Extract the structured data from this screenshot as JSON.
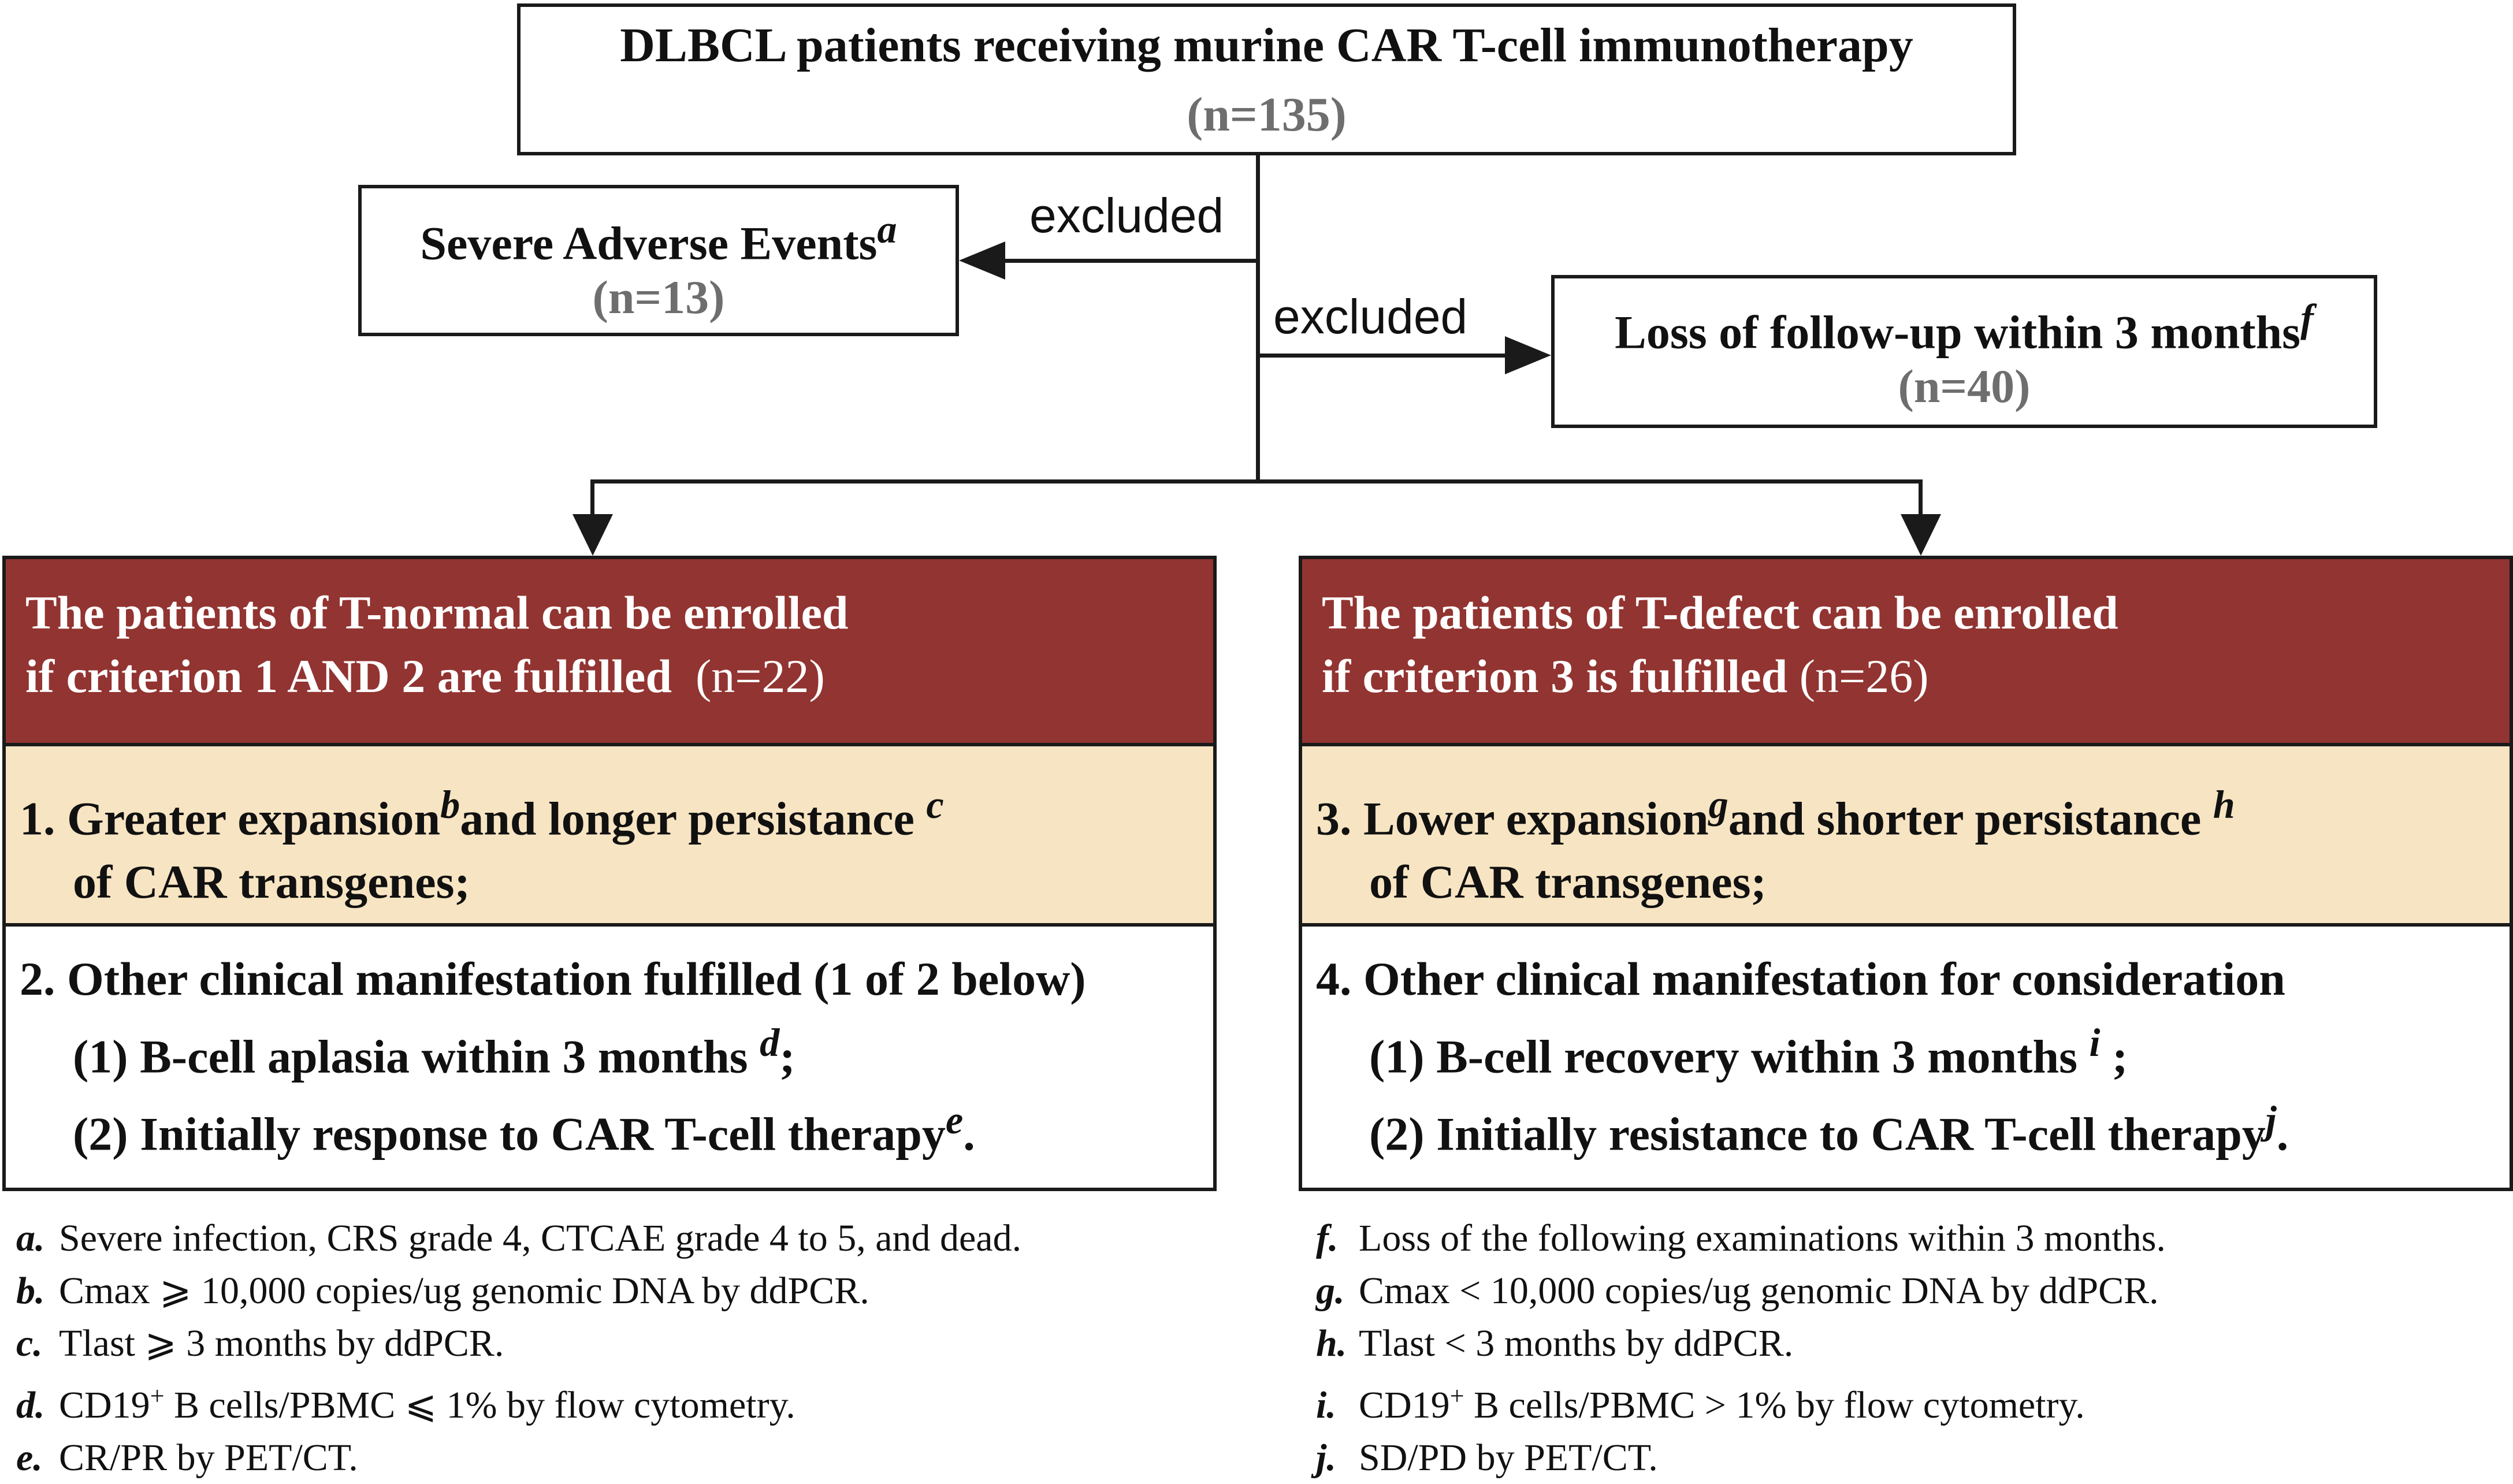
{
  "top": {
    "title": "DLBCL patients receiving murine CAR T-cell immunotherapy",
    "count": "(n=135)"
  },
  "excluded_label": "excluded",
  "sae": {
    "title": "Severe Adverse Events",
    "sup": "a",
    "count": "(n=13)"
  },
  "lfu": {
    "title": "Loss of follow-up within 3 months",
    "sup": "f",
    "count": "(n=40)"
  },
  "left_panel": {
    "header_line1": "The patients of T-normal can be enrolled",
    "header_line2": "if criterion 1 AND 2 are fulfilled",
    "header_count": "(n=22)",
    "crit1_a": "1. Greater expansion",
    "crit1_sup1": "b",
    "crit1_b": "and longer persistance",
    "crit1_sup2": "c",
    "crit1_line2": "of CAR transgenes;",
    "crit2_line1": "2. Other clinical manifestation fulfilled (1 of 2 below)",
    "crit2_item1": "(1) B-cell aplasia within 3 months",
    "crit2_item1_sup": "d",
    "crit2_item1_end": ";",
    "crit2_item2": "(2) Initially response to CAR T-cell therapy",
    "crit2_item2_sup": "e",
    "crit2_item2_end": "."
  },
  "right_panel": {
    "header_line1": "The patients of T-defect can be enrolled",
    "header_line2": "if criterion 3  is fulfilled",
    "header_count": "(n=26)",
    "crit1_a": "3. Lower expansion",
    "crit1_sup1": "g",
    "crit1_b": "and shorter persistance",
    "crit1_sup2": "h",
    "crit1_line2": "of CAR transgenes;",
    "crit2_line1": "4. Other clinical manifestation for consideration",
    "crit2_item1": "(1) B-cell recovery within 3 months",
    "crit2_item1_sup": "i",
    "crit2_item1_end": ";",
    "crit2_item2": "(2) Initially resistance to CAR T-cell therapy",
    "crit2_item2_sup": "j",
    "crit2_item2_end": "."
  },
  "footnotes_left": [
    {
      "key": "a.",
      "text": "Severe infection, CRS grade 4,  CTCAE grade 4 to 5, and dead."
    },
    {
      "key": "b.",
      "text": "Cmax ⩾ 10,000 copies/ug genomic DNA by ddPCR."
    },
    {
      "key": "c.",
      "text": "Tlast ⩾ 3 months by ddPCR."
    },
    {
      "key": "d.",
      "pre": "CD19",
      "sup": "+",
      "text": " B cells/PBMC ⩽ 1% by flow cytometry."
    },
    {
      "key": "e.",
      "text": "CR/PR by PET/CT."
    }
  ],
  "footnotes_right": [
    {
      "key": "f.",
      "text": "Loss of the following examinations within 3 months."
    },
    {
      "key": "g.",
      "text": "Cmax < 10,000 copies/ug genomic DNA by ddPCR."
    },
    {
      "key": "h.",
      "text": "Tlast < 3 months by ddPCR."
    },
    {
      "key": "i.",
      "pre": "CD19",
      "sup": "+",
      "text": " B cells/PBMC > 1% by flow cytometry."
    },
    {
      "key": "j.",
      "text": "SD/PD by PET/CT."
    }
  ]
}
